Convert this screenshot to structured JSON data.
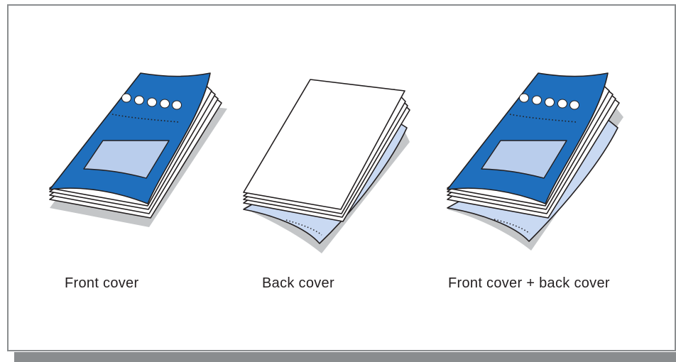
{
  "options": [
    {
      "id": "front",
      "label": "Front cover"
    },
    {
      "id": "back",
      "label": "Back cover"
    },
    {
      "id": "both",
      "label": "Front cover + back cover"
    }
  ],
  "colors": {
    "cover_blue": "#1f6fbd",
    "cover_label": "#b9cdec",
    "back_sheet": "#c9d9f2",
    "shadow": "#c4c6c8",
    "frame": "#8a8d8f"
  }
}
